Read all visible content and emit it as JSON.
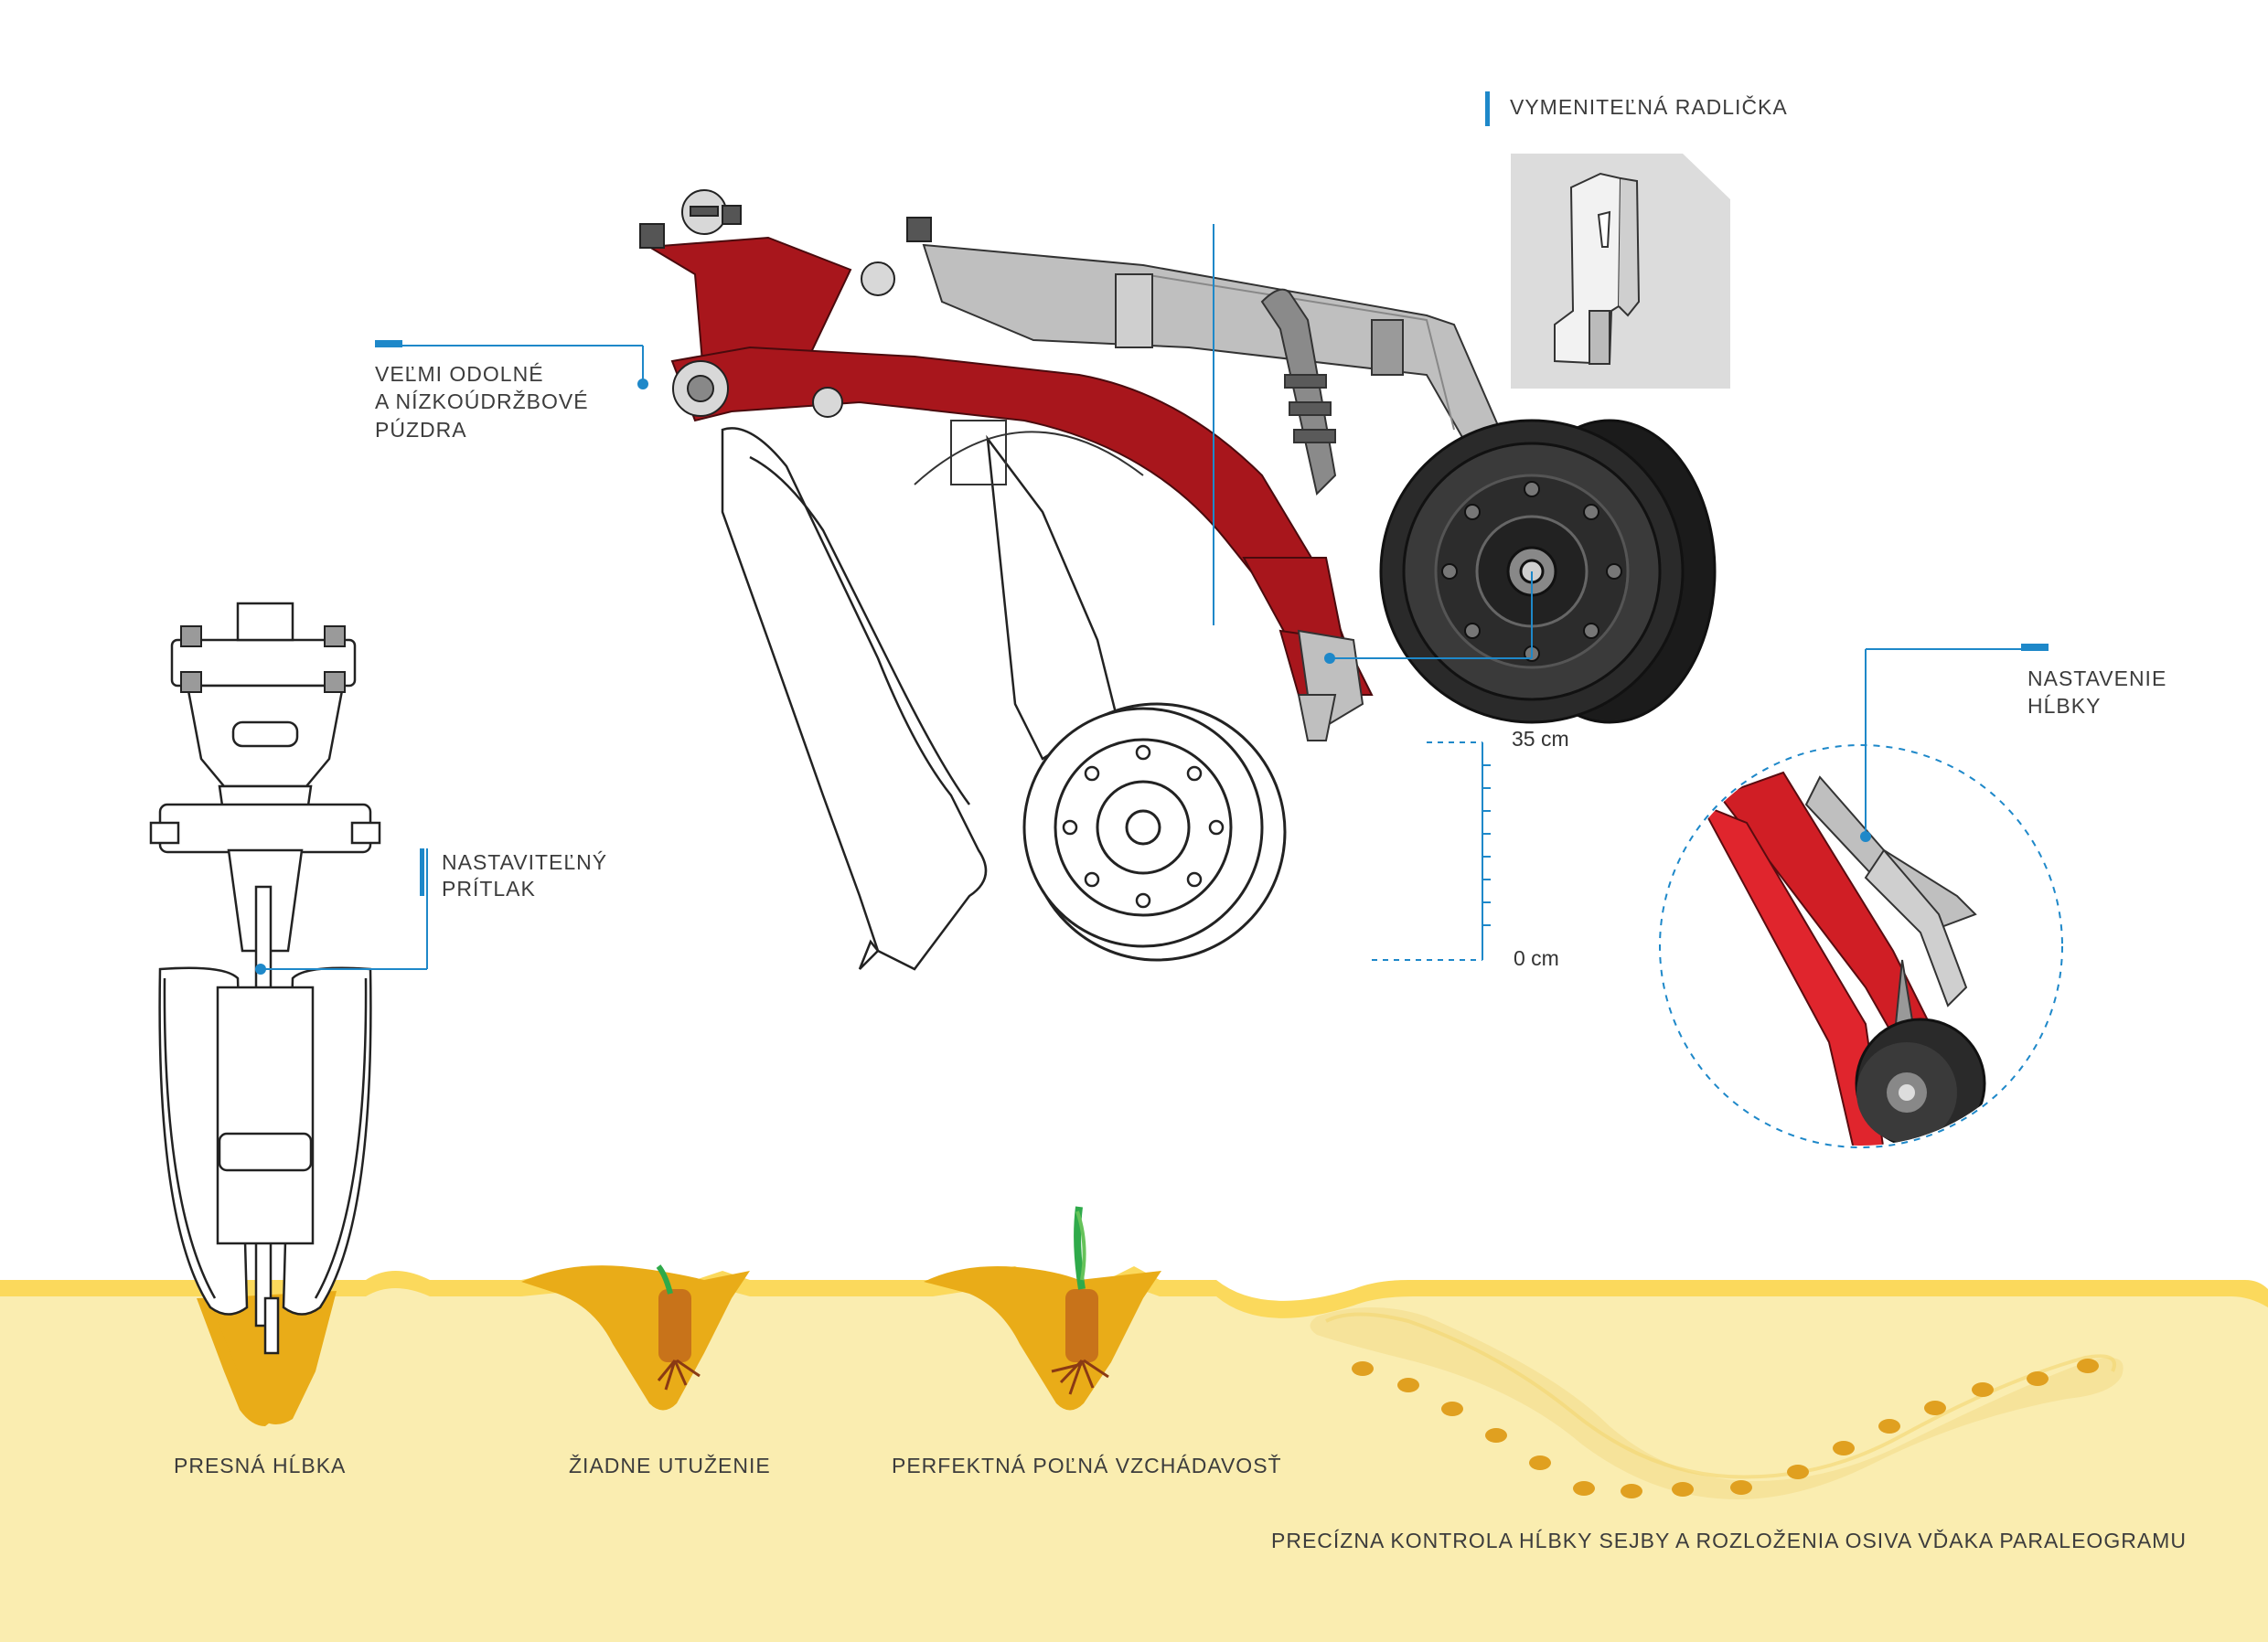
{
  "callouts": {
    "replaceable_share": "VYMENITEĽNÁ RADLIČKA",
    "bushings_line1": "VEĽMI ODOLNÉ",
    "bushings_line2": "A NÍZKOÚDRŽBOVÉ",
    "bushings_line3": "PÚZDRA",
    "pressure_line1": "NASTAVITEĽNÝ",
    "pressure_line2": "PRÍTLAK",
    "depth_line1": "NASTAVENIE",
    "depth_line2": "HĹBKY"
  },
  "scale": {
    "top": "35 cm",
    "bottom": "0 cm"
  },
  "captions": {
    "precise_depth": "PRESNÁ HĹBKA",
    "no_compaction": "ŽIADNE UTUŽENIE",
    "emergence": "PERFEKTNÁ POĽNÁ VZCHÁDAVOSŤ",
    "parallelogram": "PRECÍZNA KONTROLA HĹBKY SEJBY A ROZLOŽENIA OSIVA VĎAKA PARALEOGRAMU"
  },
  "colors": {
    "accent_blue": "#1e88c9",
    "frame_red": "#a8161c",
    "soil_light": "#faedb0",
    "soil_band": "#fbd95c",
    "soil_furrow": "#e9ac18",
    "seed": "#e0a020",
    "steel_gray": "#bfbfbf"
  },
  "icons": [
    "planter-unit-side-view",
    "planter-unit-front-view",
    "replaceable-share-icon",
    "depth-adjustment-detail-icon",
    "seedling-icon",
    "seed-icon"
  ]
}
